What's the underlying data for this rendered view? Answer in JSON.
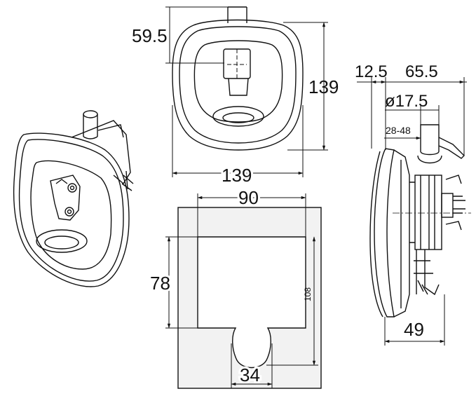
{
  "dimensions": {
    "front_height_offset": "59.5",
    "front_height": "139",
    "front_width": "139",
    "cutout_width": "90",
    "cutout_height": "78",
    "cutout_total_height": "108",
    "cutout_notch_width": "34",
    "side_offset": "12.5",
    "side_width": "65.5",
    "side_diameter": "ø17.5",
    "side_range": "28-48",
    "side_depth": "49"
  },
  "colors": {
    "line": "#111111",
    "panel": "#f2f2f2",
    "cutout": "#ffffff"
  }
}
